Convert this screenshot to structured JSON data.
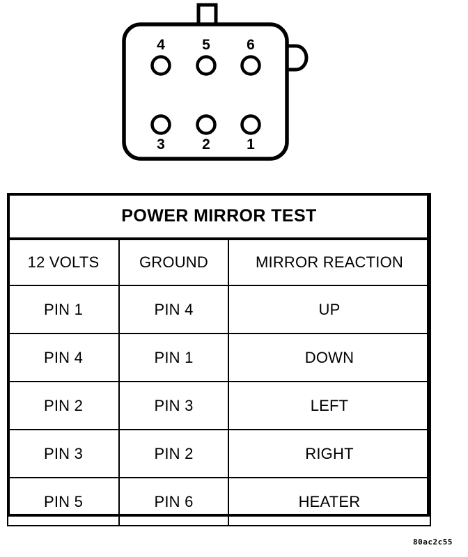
{
  "figure": {
    "caption": "80ac2c55",
    "connector": {
      "name": "power-mirror-connector",
      "description": "six-cavity rectangular connector",
      "pin_count": 6,
      "top_row_labels": [
        "4",
        "5",
        "6"
      ],
      "bottom_row_labels": [
        "3",
        "2",
        "1"
      ],
      "features": [
        "top-tab",
        "right-latch-bump"
      ],
      "stroke_color": "#000000",
      "fill_color": "#ffffff"
    }
  },
  "table": {
    "title": "POWER MIRROR TEST",
    "columns": [
      "12 VOLTS",
      "GROUND",
      "MIRROR  REACTION"
    ],
    "rows": [
      {
        "volts": "PIN 1",
        "ground": "PIN 4",
        "reaction": "UP"
      },
      {
        "volts": "PIN 4",
        "ground": "PIN 1",
        "reaction": "DOWN"
      },
      {
        "volts": "PIN 2",
        "ground": "PIN 3",
        "reaction": "LEFT"
      },
      {
        "volts": "PIN 3",
        "ground": "PIN 2",
        "reaction": "RIGHT"
      },
      {
        "volts": "PIN 5",
        "ground": "PIN 6",
        "reaction": "HEATER"
      }
    ]
  }
}
